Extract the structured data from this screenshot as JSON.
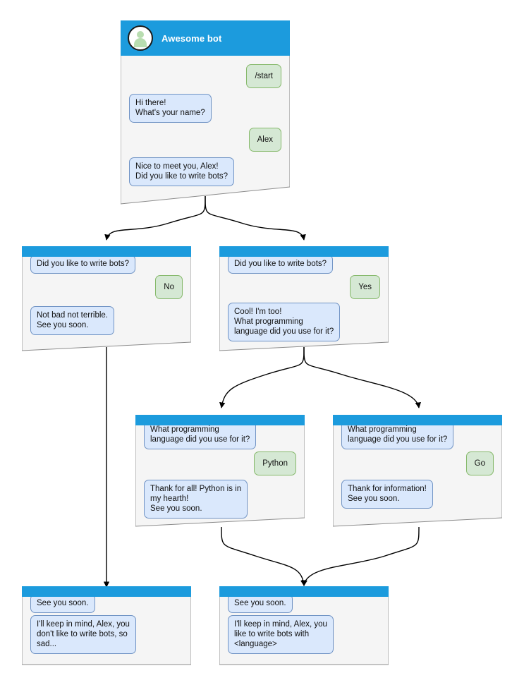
{
  "theme": {
    "header_blue": "#1C9BDD",
    "panel_bg": "#F5F5F5",
    "panel_border": "#8C8C8C",
    "bot_bubble_fill": "#DAE8FC",
    "bot_bubble_stroke": "#7093C4",
    "user_bubble_fill": "#D5E8D4",
    "user_bubble_stroke": "#86B96B",
    "edge_color": "#000000",
    "avatar_fill": "#B8DDB0"
  },
  "nodes": {
    "root": {
      "title": "Awesome bot",
      "avatar_icon": "user-avatar-icon",
      "messages": [
        {
          "from": "user",
          "text": "/start"
        },
        {
          "from": "bot",
          "text": "Hi there!\nWhat's your name?"
        },
        {
          "from": "user",
          "text": "Alex"
        },
        {
          "from": "bot",
          "text": "Nice to meet you, Alex!\nDid you like to write bots?"
        }
      ]
    },
    "no_branch": {
      "messages": [
        {
          "from": "bot",
          "text": "Did you like to write bots?"
        },
        {
          "from": "user",
          "text": "No"
        },
        {
          "from": "bot",
          "text": "Not bad not terrible.\nSee you soon."
        }
      ]
    },
    "yes_branch": {
      "messages": [
        {
          "from": "bot",
          "text": "Did you like to write bots?"
        },
        {
          "from": "user",
          "text": "Yes"
        },
        {
          "from": "bot",
          "text": "Cool! I'm too!\nWhat programming\nlanguage did you use for it?"
        }
      ]
    },
    "python_branch": {
      "messages": [
        {
          "from": "bot",
          "text": "What programming\nlanguage did you use for it?"
        },
        {
          "from": "user",
          "text": "Python"
        },
        {
          "from": "bot",
          "text": "Thank for all! Python is in\nmy hearth!\nSee you soon."
        }
      ]
    },
    "go_branch": {
      "messages": [
        {
          "from": "bot",
          "text": "What programming\nlanguage did you use for it?"
        },
        {
          "from": "user",
          "text": "Go"
        },
        {
          "from": "bot",
          "text": "Thank for information!\nSee you soon."
        }
      ]
    },
    "end_sad": {
      "messages": [
        {
          "from": "bot",
          "text": "See you soon."
        },
        {
          "from": "bot",
          "text": "I'll keep in mind, Alex, you\ndon't like to write bots, so\nsad..."
        }
      ]
    },
    "end_happy": {
      "messages": [
        {
          "from": "bot",
          "text": "See you soon."
        },
        {
          "from": "bot",
          "text": "I'll keep in mind, Alex, you\nlike to write bots with\n<language>"
        }
      ]
    }
  }
}
